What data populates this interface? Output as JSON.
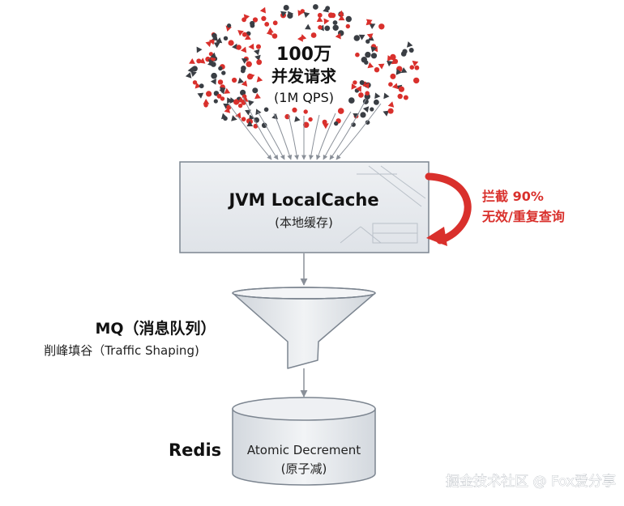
{
  "cloud": {
    "line1": "100万",
    "line2": "并发请求",
    "line3": "(1M QPS)"
  },
  "cache": {
    "title": "JVM LocalCache",
    "subtitle": "(本地缓存)"
  },
  "intercept": {
    "line1": "拦截 90%",
    "line2": "无效/重复查询"
  },
  "mq": {
    "title": "MQ（消息队列）",
    "subtitle": "削峰填谷（Traffic Shaping)"
  },
  "redis": {
    "label": "Redis",
    "line1": "Atomic Decrement",
    "line2": "(原子减)"
  },
  "watermark": "掘金技术社区 @ Fox爱分享",
  "colors": {
    "red": "#d9302c",
    "dark": "#3a3e44",
    "box_fill": "#e8ebef",
    "box_stroke": "#7c8590"
  }
}
